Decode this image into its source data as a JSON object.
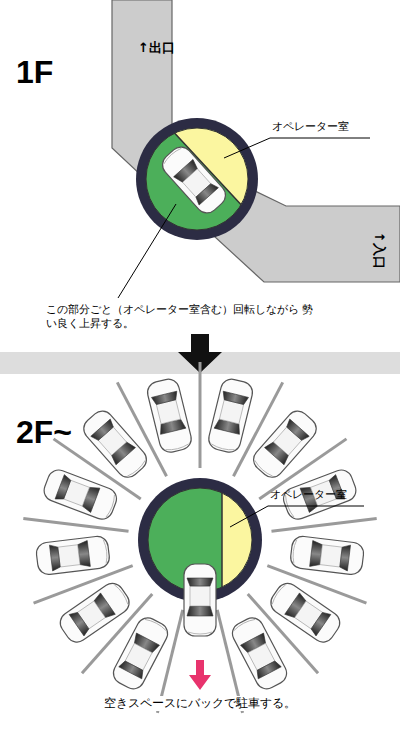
{
  "diagram": {
    "labels": [
      "1F",
      "↑出口",
      "オペレーター室",
      "↑入口",
      "この部分ごと（オペレーター室含む）回転しながら 勢い良く上昇する。",
      "2F~",
      "オペレーター室",
      "空きスペースにバックで駐車する。"
    ]
  }
}
